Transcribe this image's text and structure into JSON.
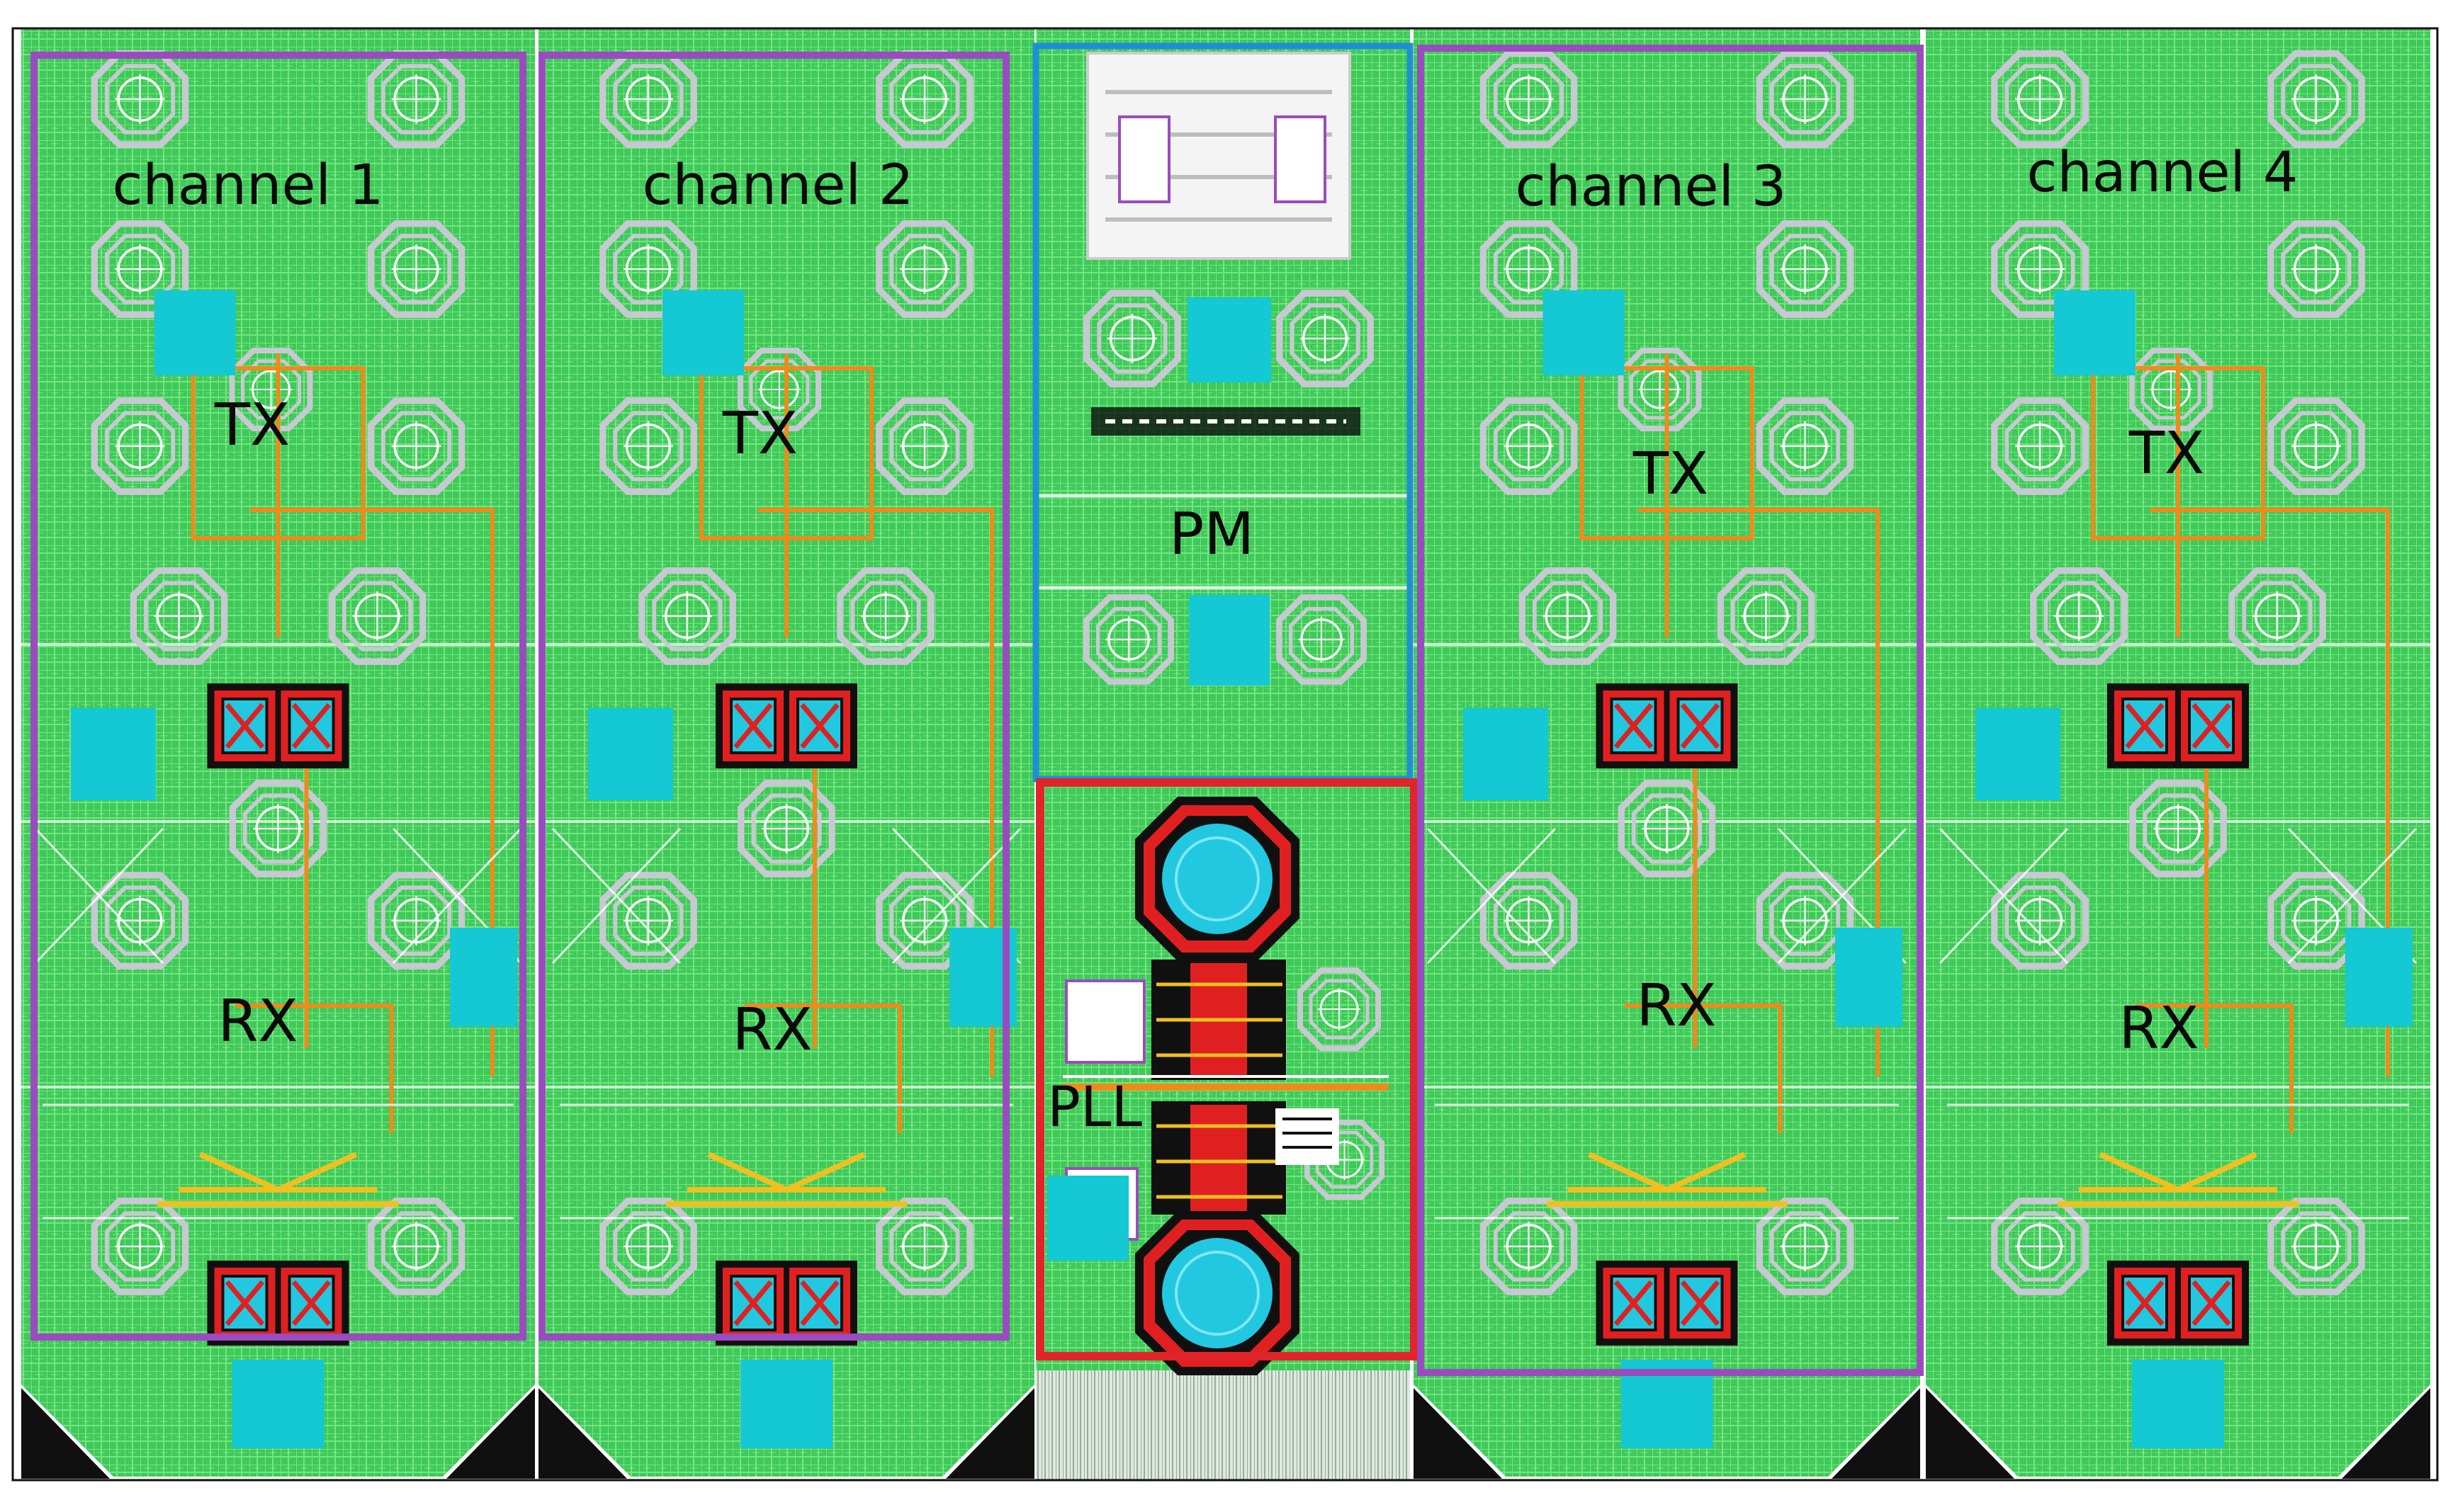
{
  "labels": {
    "channel1": "channel 1",
    "channel2": "channel 2",
    "channel3": "channel 3",
    "channel4": "channel 4",
    "tx": "TX",
    "rx": "RX",
    "pm": "PM",
    "pll": "PLL"
  },
  "colors": {
    "substrate": "#3fc95a",
    "metal_grid": "#7ff07f",
    "channel_outline": "#9b4bc0",
    "pm_outline": "#1e8fd6",
    "pll_outline": "#e0242a",
    "pad": "#14c8d4",
    "route": "#f08a1a",
    "inductor": "#c8c8d2",
    "mux_fill": "#e02020",
    "mux_core": "#22c8e0"
  }
}
